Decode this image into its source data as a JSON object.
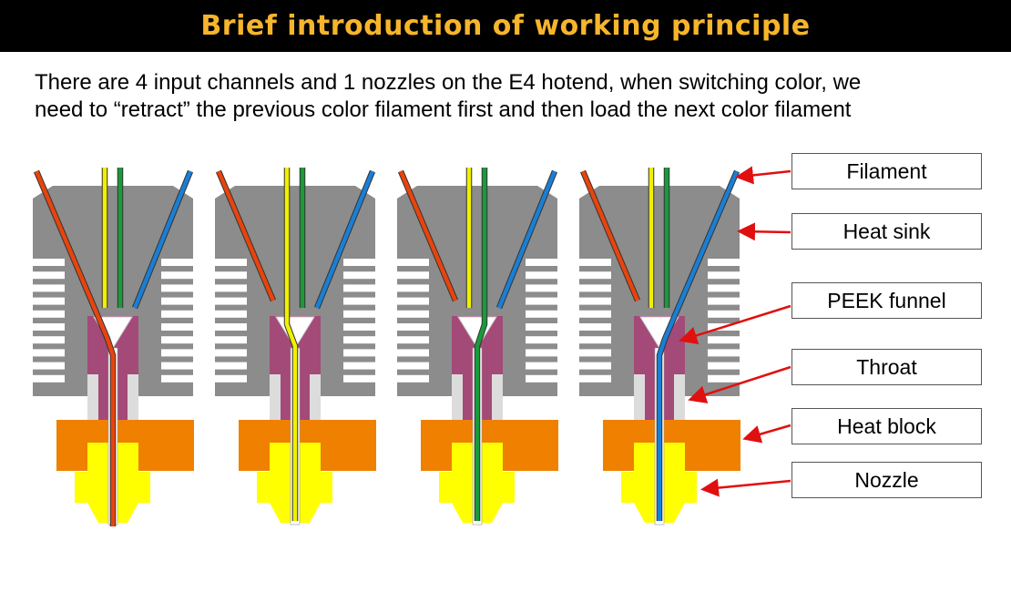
{
  "title": "Brief introduction of working principle",
  "intro": {
    "line1": "There are 4 input channels and 1 nozzles on the E4 hotend, when switching color, we",
    "line2": "need to “retract” the previous color filament first and then load the next color filament"
  },
  "labels": [
    "Filament",
    "Heat sink",
    "PEEK funnel",
    "Throat",
    "Heat block",
    "Nozzle"
  ],
  "colors": {
    "heat_sink": "#8c8c8c",
    "peek_funnel": "#a34a78",
    "throat": "#dcdcdc",
    "heat_block": "#f08000",
    "nozzle": "#ffff00",
    "filament_red": "#e8440c",
    "filament_yellow": "#f0f000",
    "filament_green": "#1a9a3a",
    "filament_blue": "#1a7fd4",
    "arrow": "#e01010",
    "title_text": "#f7b52c"
  },
  "states": [
    "red",
    "yellow",
    "green",
    "blue"
  ]
}
